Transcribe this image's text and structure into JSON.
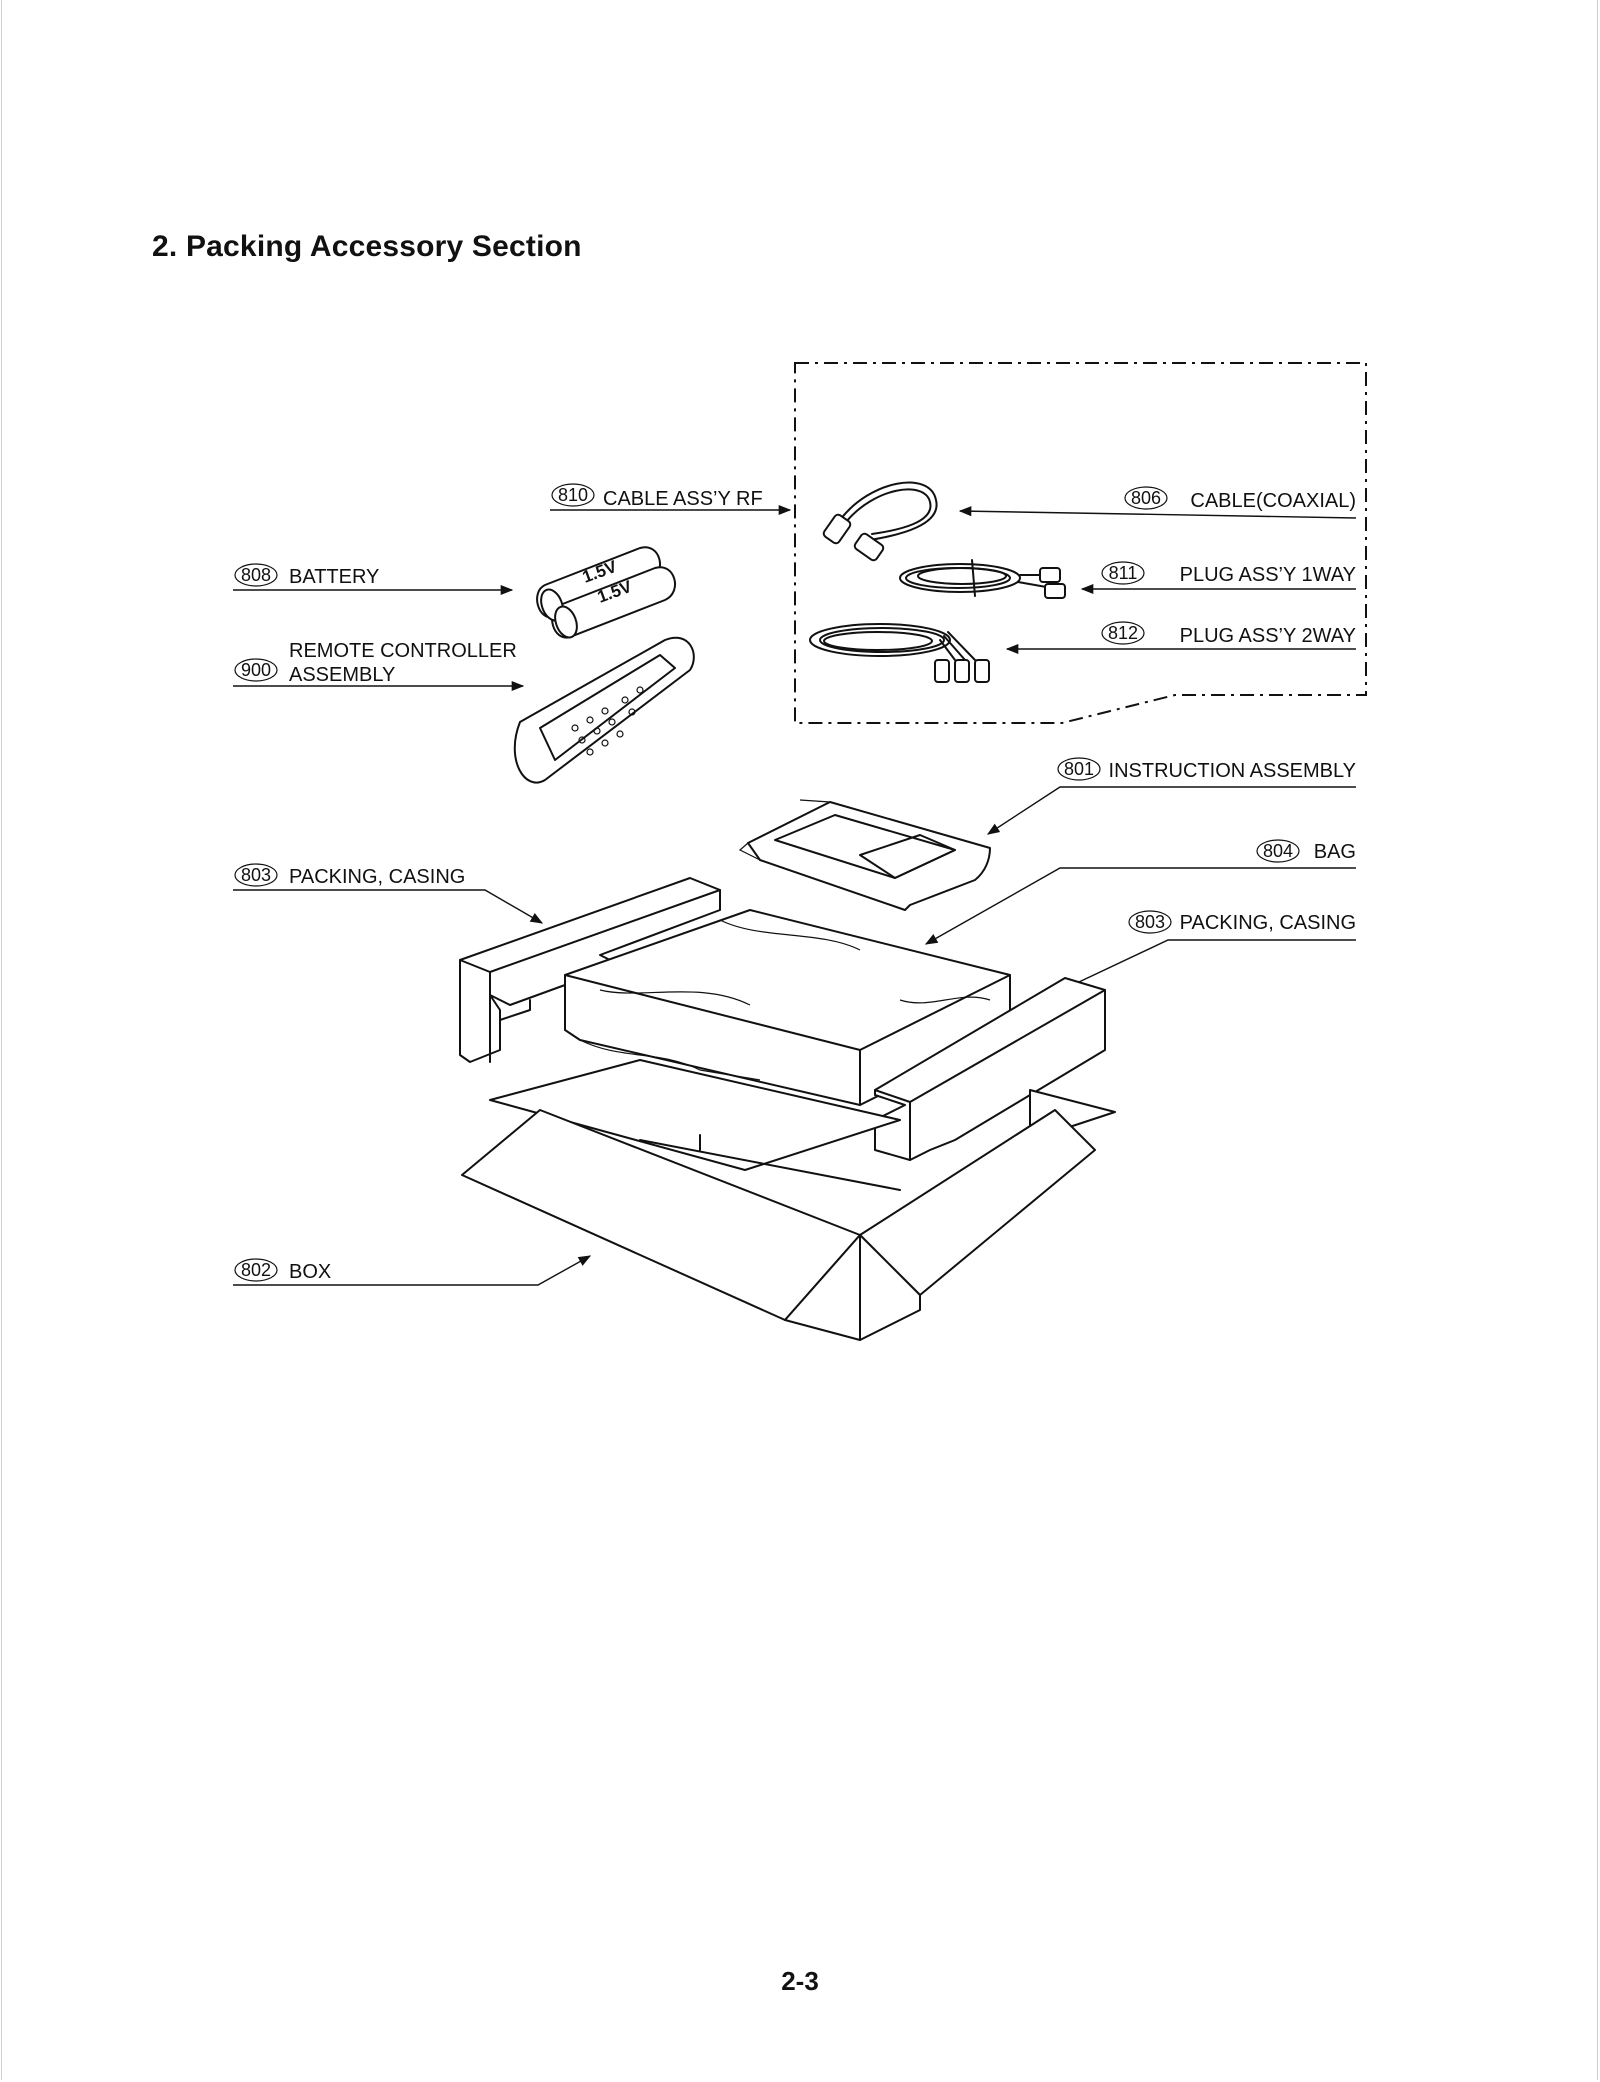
{
  "section_title": "2. Packing Accessory Section",
  "page_number": "2-3",
  "parts": {
    "cable_rf": {
      "code": "810",
      "name": "CABLE ASS’Y RF"
    },
    "cable_coaxial": {
      "code": "806",
      "name": "CABLE(COAXIAL)"
    },
    "battery": {
      "code": "808",
      "name": "BATTERY"
    },
    "plug_1way": {
      "code": "811",
      "name": "PLUG ASS’Y 1WAY"
    },
    "plug_2way": {
      "code": "812",
      "name": "PLUG ASS’Y 2WAY"
    },
    "remote": {
      "code": "900",
      "name_line1": "REMOTE CONTROLLER",
      "name_line2": "ASSEMBLY"
    },
    "instruction": {
      "code": "801",
      "name": "INSTRUCTION ASSEMBLY"
    },
    "bag": {
      "code": "804",
      "name": "BAG"
    },
    "packing_left": {
      "code": "803",
      "name": "PACKING, CASING"
    },
    "packing_right": {
      "code": "803",
      "name": "PACKING, CASING"
    },
    "box": {
      "code": "802",
      "name": "BOX"
    }
  },
  "battery_labels": {
    "top": "1.5V",
    "bottom": "1.5V"
  }
}
